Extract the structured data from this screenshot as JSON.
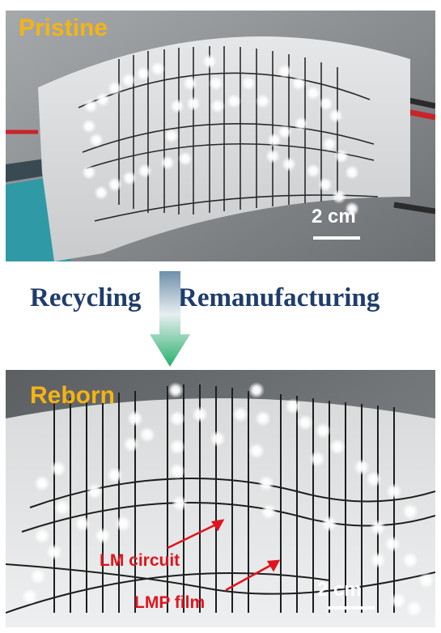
{
  "top_panel": {
    "title": "Pristine",
    "scale_bar": "2 cm"
  },
  "middle": {
    "left_label": "Recycling",
    "right_label": "Remanufacturing"
  },
  "bottom_panel": {
    "title": "Reborn",
    "scale_bar": "2 cm",
    "annotation_circuit": "LM circuit",
    "annotation_film": "LMP film"
  },
  "colors": {
    "title_yellow": "#f5b414",
    "annotation_red": "#e0141e",
    "process_text_blue": "#1f3d6c",
    "arrow_top": "#6e8faa",
    "arrow_bottom": "#27b06a"
  }
}
